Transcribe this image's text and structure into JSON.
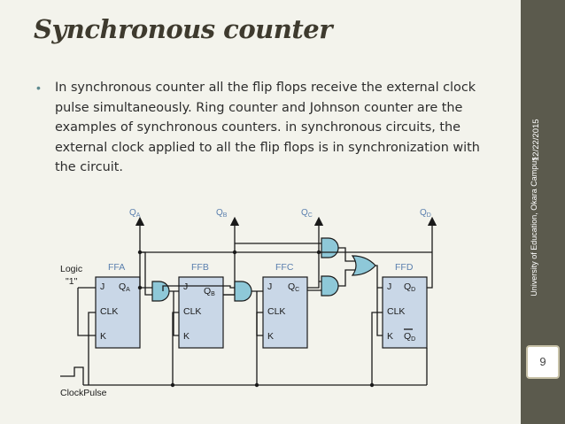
{
  "slide": {
    "title": "Synchronous counter",
    "bullet_symbol": "•",
    "bullet": "In synchronous counter all the flip flops receive the external clock pulse simultaneously. Ring counter and Johnson counter are the examples of synchronous counters. in synchronous circuits, the external clock applied to all the flip flops is in synchronization with the circuit.",
    "sidebar": {
      "date": "12/22/2015",
      "institution": "University of Education, Okara Campus",
      "page": "9"
    }
  },
  "circuit": {
    "logic_label": "Logic",
    "logic_value": "\"1\"",
    "clock_label": "ClockPulse",
    "outputs": {
      "qa": {
        "q": "Q",
        "sub": "A"
      },
      "qb": {
        "q": "Q",
        "sub": "B"
      },
      "qc": {
        "q": "Q",
        "sub": "C"
      },
      "qd": {
        "q": "Q",
        "sub": "D"
      }
    },
    "flipflops": {
      "ffa": {
        "name": "FFA",
        "j": "J",
        "clk": "CLK",
        "k": "K",
        "q": "Q",
        "qsub": "A"
      },
      "ffb": {
        "name": "FFB",
        "j": "J",
        "clk": "CLK",
        "k": "K",
        "q": "Q",
        "qsub": "B"
      },
      "ffc": {
        "name": "FFC",
        "j": "J",
        "clk": "CLK",
        "k": "K",
        "q": "Q",
        "qsub": "C"
      },
      "ffd": {
        "name": "FFD",
        "j": "J",
        "clk": "CLK",
        "k": "K",
        "q": "Q",
        "qsub": "D",
        "qbar": "Q",
        "qbarsub": "D"
      }
    }
  }
}
